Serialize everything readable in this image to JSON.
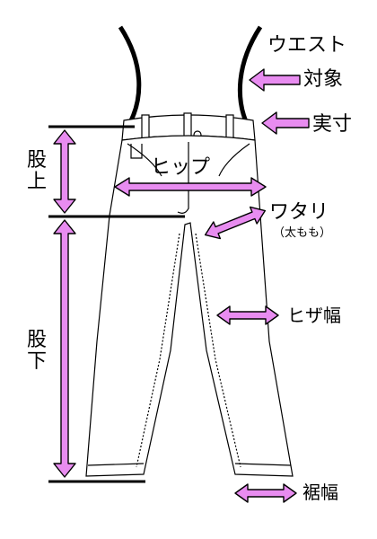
{
  "labels": {
    "waist_line1": "ウエスト",
    "waist_line2": "対象",
    "actual": "実寸",
    "rise_1": "股",
    "rise_2": "上",
    "hip": "ヒップ",
    "thigh": "ワタリ",
    "thigh_note": "（太もも）",
    "knee": "ヒザ幅",
    "inseam_1": "股",
    "inseam_2": "下",
    "hem": "裾幅"
  },
  "colors": {
    "arrow_fill": "#e88cf0",
    "arrow_stroke": "#000000",
    "outline": "#000000",
    "jeans_fill": "#ffffff"
  }
}
